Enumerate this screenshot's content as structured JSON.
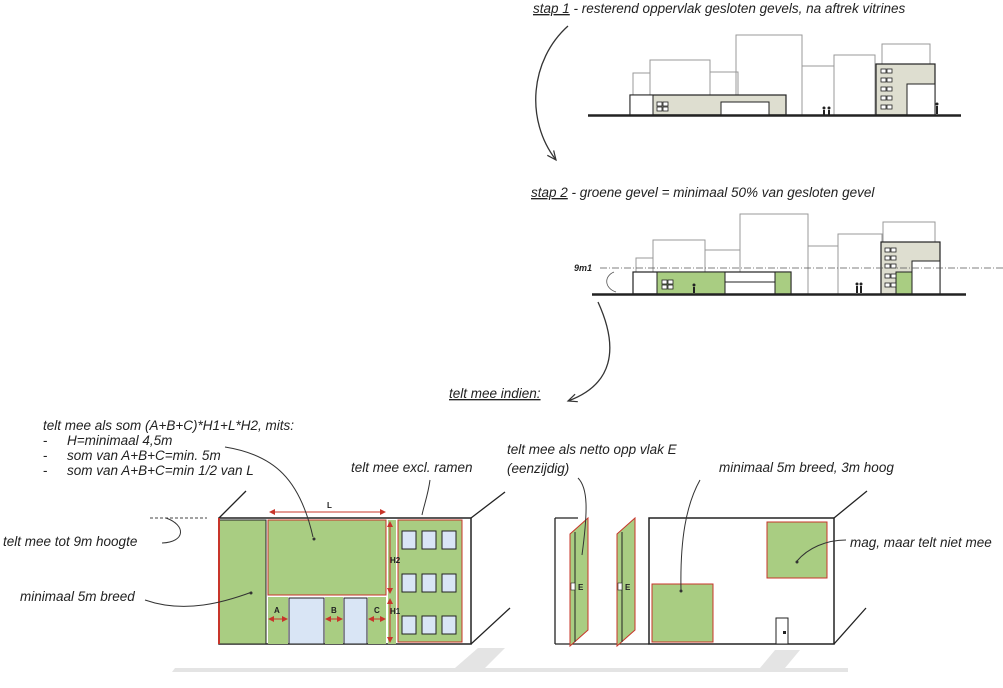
{
  "step1": {
    "prefix": "stap 1",
    "text": " - resterend oppervlak gesloten gevels, na aftrek vitrines"
  },
  "step2": {
    "prefix": "stap 2",
    "text": " - groene gevel = minimaal 50% van gesloten gevel",
    "height_label": "9m1"
  },
  "counts_if": "telt mee indien:",
  "left_block": {
    "heading": "telt mee als som (A+B+C)*H1+L*H2, mits:",
    "bullets": [
      {
        "dash": "-",
        "text": "H=minimaal 4,5m"
      },
      {
        "dash": "-",
        "text": "som van A+B+C=min. 5m"
      },
      {
        "dash": "-",
        "text": "som van A+B+C=min 1/2 van L"
      }
    ]
  },
  "excl_windows": "telt mee excl. ramen",
  "up_to_9m": "telt mee tot 9m hoogte",
  "min_5m_wide": "minimaal 5m breed",
  "dims": {
    "L": "L",
    "H1": "H1",
    "H2": "H2",
    "A": "A",
    "B": "B",
    "C": "C",
    "E1": "E",
    "E2": "E"
  },
  "netto": {
    "line1": "telt mee als netto opp vlak E",
    "line2": "(eenzijdig)"
  },
  "min_5x3": "minimaal 5m breed, 3m hoog",
  "mag": "mag, maar telt niet mee",
  "colors": {
    "green": "#a9cd82",
    "beige": "#deded0",
    "blue": "#d9e5f5",
    "red": "#c8352a",
    "ground": "#e4e4e4"
  }
}
